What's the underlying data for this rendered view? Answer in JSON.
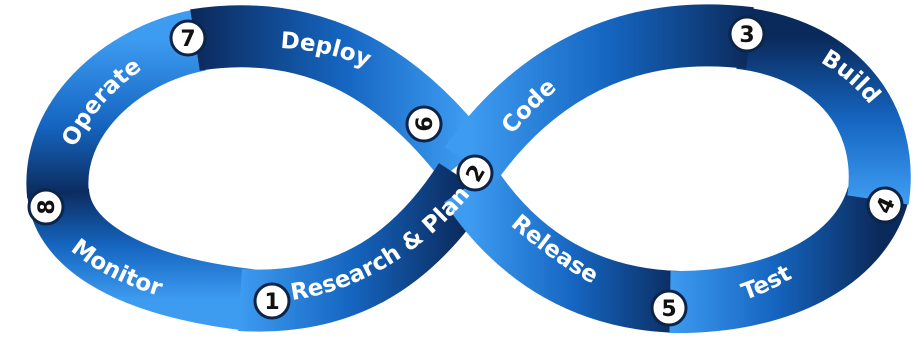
{
  "diagram": {
    "colors": {
      "band_dark": "#0b2a5c",
      "band_mid": "#1565c0",
      "band_light": "#3d9bf0",
      "badge_bg": "#ffffff",
      "badge_text": "#111111"
    },
    "stages": [
      {
        "number": "1",
        "label": "Research & Plan"
      },
      {
        "number": "2",
        "label": "Code"
      },
      {
        "number": "3",
        "label": "Build"
      },
      {
        "number": "4",
        "label": "Test"
      },
      {
        "number": "5",
        "label": "Release"
      },
      {
        "number": "6",
        "label": "Deploy"
      },
      {
        "number": "7",
        "label": "Operate"
      },
      {
        "number": "8",
        "label": "Monitor"
      }
    ]
  }
}
